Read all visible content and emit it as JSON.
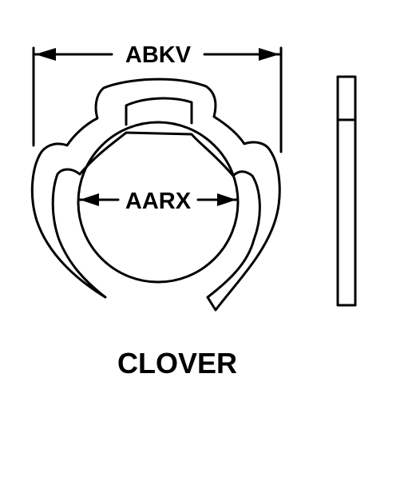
{
  "labels": {
    "outer_dimension": "ABKV",
    "inner_dimension": "AARX",
    "style_name": "CLOVER"
  },
  "colors": {
    "stroke": "#000000",
    "background": "#ffffff"
  }
}
